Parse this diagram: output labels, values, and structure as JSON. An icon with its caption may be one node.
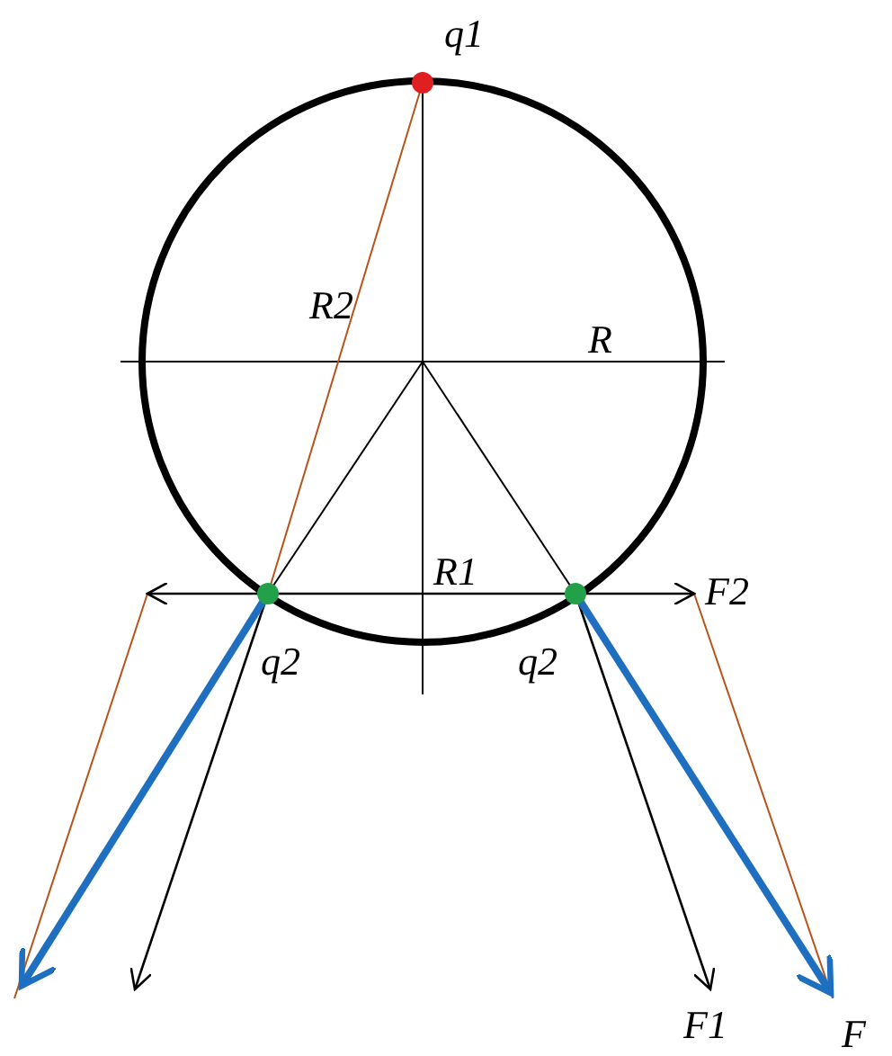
{
  "diagram": {
    "labels": [
      "q1",
      "R2",
      "R",
      "R1",
      "F2",
      "q2",
      "q2",
      "F1",
      "F"
    ]
  }
}
